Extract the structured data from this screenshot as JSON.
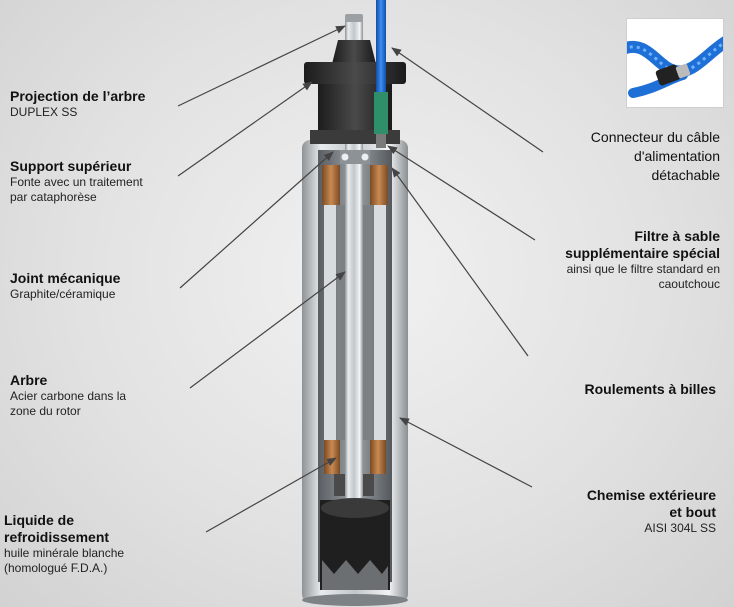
{
  "callouts": {
    "shaft_projection": {
      "title": "Projection de l’arbre",
      "sub": "DUPLEX SS"
    },
    "upper_support": {
      "title": "Support supérieur",
      "sub": [
        "Fonte avec un traitement",
        "par cataphorèse"
      ]
    },
    "mechanical_seal": {
      "title": "Joint mécanique",
      "sub": "Graphite/céramique"
    },
    "shaft": {
      "title": "Arbre",
      "sub": [
        "Acier carbone dans la",
        "zone du rotor"
      ]
    },
    "cooling_liquid": {
      "title": [
        "Liquide de",
        "refroidissement"
      ],
      "sub": [
        "huile minérale blanche",
        "(homologué F.D.A.)"
      ]
    },
    "cable_connector": {
      "text": [
        "Connecteur du câble",
        "d'alimentation",
        "détachable"
      ]
    },
    "sand_filter": {
      "title": [
        "Filtre à sable",
        "supplémentaire spécial"
      ],
      "sub": [
        "ainsi que le filtre standard en",
        "caoutchouc"
      ]
    },
    "ball_bearings": {
      "title": "Roulements à billes"
    },
    "outer_jacket": {
      "title": [
        "Chemise extérieure",
        "et bout"
      ],
      "sub": "AISI 304L SS"
    }
  },
  "colors": {
    "cable_blue": "#1e6fd6",
    "copper": "#b8743e",
    "housing_dark": "#2b2b2b",
    "steel": "#bfc3c6"
  }
}
